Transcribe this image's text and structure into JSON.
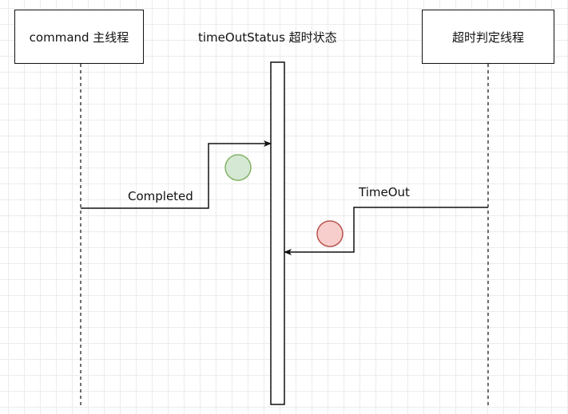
{
  "participants": {
    "command_thread": "command 主线程",
    "timeout_status": "timeOutStatus 超时状态",
    "timeout_check_thread": "超时判定线程"
  },
  "messages": {
    "completed": "Completed",
    "timeout": "TimeOut"
  },
  "colors": {
    "completed_marker_fill": "#d5e8d4",
    "completed_marker_stroke": "#82b366",
    "timeout_marker_fill": "#f8cecc",
    "timeout_marker_stroke": "#b85450",
    "line": "#111111",
    "grid": "#ececec"
  }
}
